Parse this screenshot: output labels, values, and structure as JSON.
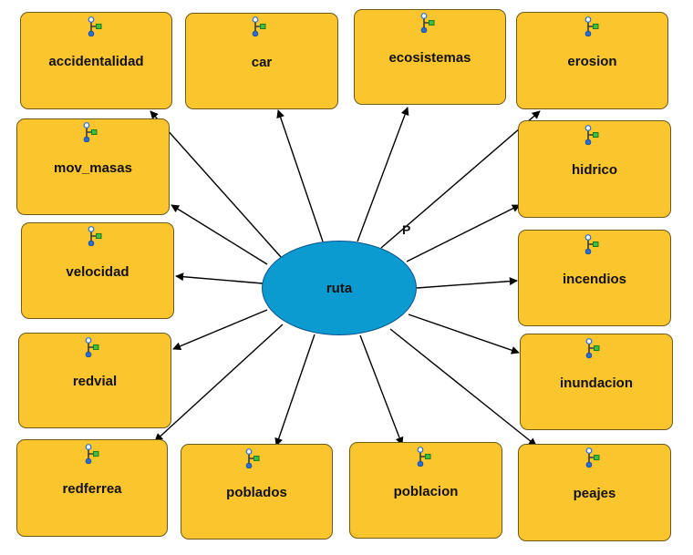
{
  "diagram": {
    "center": {
      "label": "ruta"
    },
    "edge_label": "P",
    "nodes": [
      {
        "id": "accidentalidad",
        "label": "accidentalidad"
      },
      {
        "id": "car",
        "label": "car"
      },
      {
        "id": "ecosistemas",
        "label": "ecosistemas"
      },
      {
        "id": "erosion",
        "label": "erosion"
      },
      {
        "id": "mov-masas",
        "label": "mov_masas"
      },
      {
        "id": "hidrico",
        "label": "hidrico"
      },
      {
        "id": "velocidad",
        "label": "velocidad"
      },
      {
        "id": "incendios",
        "label": "incendios"
      },
      {
        "id": "redvial",
        "label": "redvial"
      },
      {
        "id": "inundacion",
        "label": "inundacion"
      },
      {
        "id": "redferrea",
        "label": "redferrea"
      },
      {
        "id": "poblados",
        "label": "poblados"
      },
      {
        "id": "poblacion",
        "label": "poblacion"
      },
      {
        "id": "peajes",
        "label": "peajes"
      }
    ],
    "colors": {
      "node_fill": "#fbc52e",
      "node_border": "#6b5a1c",
      "center_fill": "#0c9bd0",
      "center_border": "#0b4f8a",
      "arrow": "#000000"
    },
    "node_icon": "model-tool-icon"
  }
}
